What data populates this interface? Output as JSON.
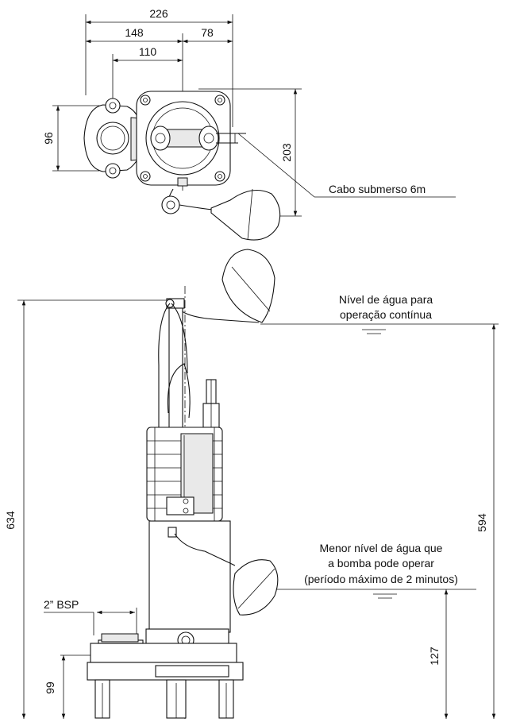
{
  "dimensions": {
    "top_width_total": "226",
    "top_width_left": "148",
    "top_width_right": "78",
    "flange_spacing": "110",
    "flange_height": "96",
    "top_depth": "203",
    "overall_height": "634",
    "continuous_level": "594",
    "min_level": "127",
    "base_height": "99"
  },
  "labels": {
    "cable": "Cabo submerso 6m",
    "continuous_line1": "Nível de água para",
    "continuous_line2": "operação contínua",
    "min_line1": "Menor nível de água que",
    "min_line2": "a bomba pode operar",
    "min_line3": "(período máximo de 2 minutos)",
    "outlet": "2” BSP"
  }
}
